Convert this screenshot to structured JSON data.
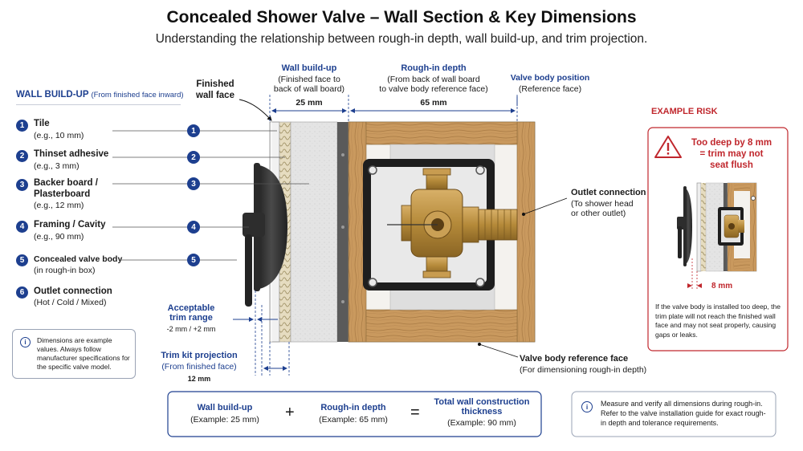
{
  "header": {
    "title": "Concealed Shower Valve – Wall Section & Key Dimensions",
    "subtitle": "Understanding the relationship between rough-in depth, wall build-up, and trim projection."
  },
  "legend": {
    "title": "WALL BUILD-UP",
    "title_note": "(From finished face inward)",
    "items": [
      {
        "num": "1",
        "name": "Tile",
        "example": "(e.g., 10 mm)"
      },
      {
        "num": "2",
        "name": "Thinset adhesive",
        "example": "(e.g., 3 mm)"
      },
      {
        "num": "3",
        "name": "Backer board /",
        "name2": "Plasterboard",
        "example": "(e.g., 12 mm)"
      },
      {
        "num": "4",
        "name": "Framing / Cavity",
        "example": "(e.g., 90 mm)"
      },
      {
        "num": "5",
        "name": "Concealed valve body",
        "example": "(in rough-in box)"
      },
      {
        "num": "6",
        "name": "Outlet connection",
        "example": "(Hot / Cold / Mixed)"
      }
    ]
  },
  "diagram": {
    "finished_face_label1": "Finished",
    "finished_face_label2": "wall face",
    "wall_buildup": {
      "title": "Wall build-up",
      "desc1": "(Finished face to",
      "desc2": "back of wall board)",
      "value": "25 mm"
    },
    "rough_in": {
      "title": "Rough-in depth",
      "desc1": "(From back of wall board",
      "desc2": "to valve body reference face)",
      "value": "65 mm"
    },
    "valve_position": {
      "title": "Valve body position",
      "desc": "(Reference face)"
    },
    "outlet": {
      "title": "Outlet connection",
      "desc1": "(To shower head",
      "desc2": "or other outlet)"
    },
    "reference_face": {
      "title": "Valve body reference face",
      "desc": "(For dimensioning rough-in depth)"
    },
    "trim_range": {
      "title1": "Acceptable",
      "title2": "trim range",
      "value": "-2 mm / +2 mm"
    },
    "trim_projection": {
      "title": "Trim kit projection",
      "desc": "(From finished face)",
      "value": "12 mm"
    }
  },
  "note_left": "Dimensions are example values. Always follow manufacturer specifications for the specific valve model.",
  "equation": {
    "a_title": "Wall build-up",
    "a_desc": "(Example: 25 mm)",
    "plus": "+",
    "b_title": "Rough-in depth",
    "b_desc": "(Example: 65 mm)",
    "equals": "=",
    "c_title1": "Total wall construction",
    "c_title2": "thickness",
    "c_desc": "(Example: 90 mm)"
  },
  "note_right": "Measure and verify all dimensions during rough-in. Refer to the valve installation guide for exact rough-in depth and tolerance requirements.",
  "risk": {
    "header": "EXAMPLE RISK",
    "warn1": "Too deep by 8 mm",
    "warn2": "= trim may not",
    "warn3": "seat flush",
    "dim": "8 mm",
    "desc": "If the valve body is installed too deep, the trim plate will not reach the finished wall face and may not seat properly, causing gaps or leaks."
  },
  "colors": {
    "accent": "#1d3f8f",
    "risk": "#c0272d",
    "wood": "#c9995e",
    "brass": "#b58a3a"
  }
}
